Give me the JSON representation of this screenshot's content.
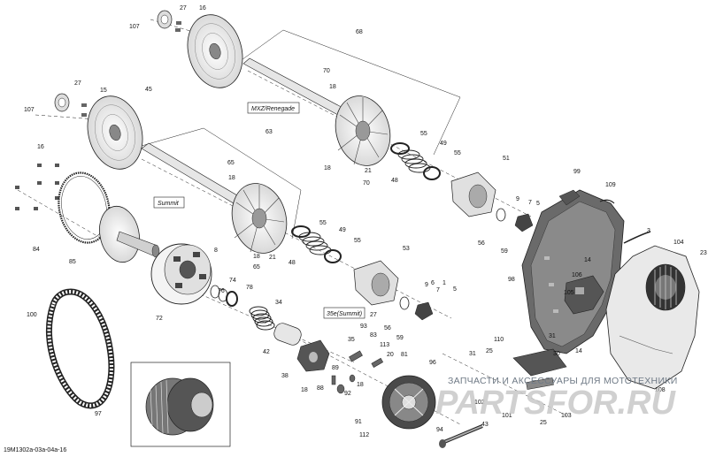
{
  "callouts": {
    "c107a": "107",
    "c27a": "27",
    "c16a": "16",
    "c68": "68",
    "c70a": "70",
    "c18a": "18",
    "c45": "45",
    "c107b": "107",
    "c27b": "27",
    "c15": "15",
    "c16b": "16",
    "c63": "63",
    "c65a": "65",
    "c18b": "18",
    "c55a": "55",
    "c49a": "49",
    "c55b": "55",
    "c51": "51",
    "c21a": "21",
    "c18c": "18",
    "c70b": "70",
    "c48a": "48",
    "c99": "99",
    "c109": "109",
    "c84": "84",
    "c85": "85",
    "c8a": "8",
    "c18d": "18",
    "c65b": "65",
    "c21b": "21",
    "c48b": "48",
    "c55c": "55",
    "c49b": "49",
    "c55d": "55",
    "c53": "53",
    "c9a": "9",
    "c7a": "7",
    "c5a": "5",
    "c56a": "56",
    "c59a": "59",
    "c3": "3",
    "c104": "104",
    "c23": "23",
    "c74": "74",
    "c76": "76",
    "c78": "78",
    "c72": "72",
    "c34": "34",
    "c9b": "9",
    "c7b": "7",
    "c5b": "5",
    "c27c": "27",
    "c56b": "56",
    "c59b": "59",
    "c98": "98",
    "c14a": "14",
    "c106": "106",
    "c105": "105",
    "c31a": "31",
    "c14b": "14",
    "c108": "108",
    "c100": "100",
    "c42": "42",
    "c35": "35",
    "c93": "93",
    "c83": "83",
    "c113": "113",
    "c20": "20",
    "c81": "81",
    "c38": "38",
    "c89": "89",
    "c88": "88",
    "c92": "92",
    "c18e": "18",
    "c18f": "18",
    "c96": "96",
    "c110": "110",
    "c31b": "31",
    "c25a": "25",
    "c30": "30",
    "c102": "102",
    "c101": "101",
    "c103": "103",
    "c25b": "25",
    "c97": "97",
    "c91": "91",
    "c112": "112",
    "c94": "94",
    "c43": "43",
    "c6": "6",
    "c1": "1"
  },
  "variant_boxes": {
    "mxz": "MXZ/Renegade",
    "summit": "Summit",
    "summit35": "35e(Summit)"
  },
  "watermark": {
    "top_text": "ЗАПЧАСТИ И АКСЕССУАРЫ ДЛЯ МОТОТЕХНИКИ",
    "logo_text": "PARTSFOR.RU"
  },
  "reference_code": "19M1302a-03a-04a-16",
  "colors": {
    "line": "#1a1a1a",
    "part_fill": "#f2f2f2",
    "part_dark": "#3a3a3a",
    "watermark_red": "#d8141b"
  }
}
